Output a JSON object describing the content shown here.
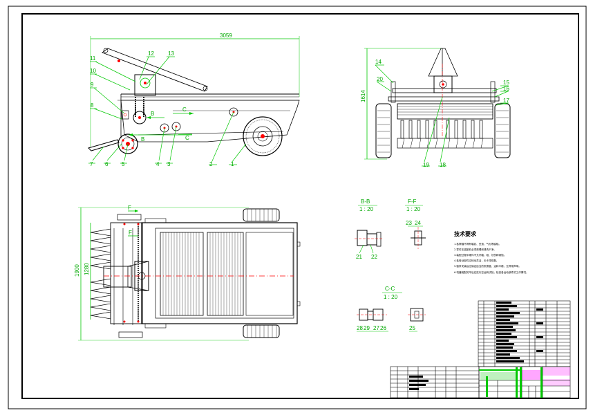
{
  "dimensions": {
    "overall_length": "3059",
    "height": "1614",
    "width_outer": "1900",
    "width_inner": "1280"
  },
  "part_numbers": {
    "side_view": [
      "1",
      "2",
      "3",
      "4",
      "5",
      "6",
      "7",
      "8",
      "9",
      "10",
      "11",
      "12",
      "13"
    ],
    "front_view": [
      "14",
      "15",
      "16",
      "17",
      "18",
      "19",
      "20"
    ],
    "section_bb": [
      "21",
      "22"
    ],
    "section_ff": [
      "23",
      "24"
    ],
    "section_cc": [
      "25",
      "26",
      "27",
      "28",
      "29"
    ]
  },
  "section_labels": {
    "bb_title": "B-B",
    "bb_scale": "1 : 20",
    "ff_title": "F-F",
    "ff_scale": "1 : 20",
    "cc_title": "C-C",
    "cc_scale": "1 : 20"
  },
  "section_arrows": {
    "b": "B",
    "c": "C",
    "f": "F"
  },
  "notes": {
    "title": "技术要求",
    "lines": [
      "1.各焊缝不得有裂纹、夹渣、气孔等缺陷。",
      "2.零件在装配前必须清理和清洗干净。",
      "3.装配过程中零件不允许磕、碰、划伤和锈蚀。",
      "4.各转动部件应转动灵活，无卡滞现象。",
      "5.链条安装后应保证适当的张紧度，运转平稳，无异常声响。",
      "6.机器装配完毕后应进行空运转试验，检查各运动部件的工作情况。"
    ]
  },
  "colors": {
    "line": "#000000",
    "dimension": "#00c800",
    "centerline": "#ff0000",
    "title_pink": "#ff00ff"
  }
}
